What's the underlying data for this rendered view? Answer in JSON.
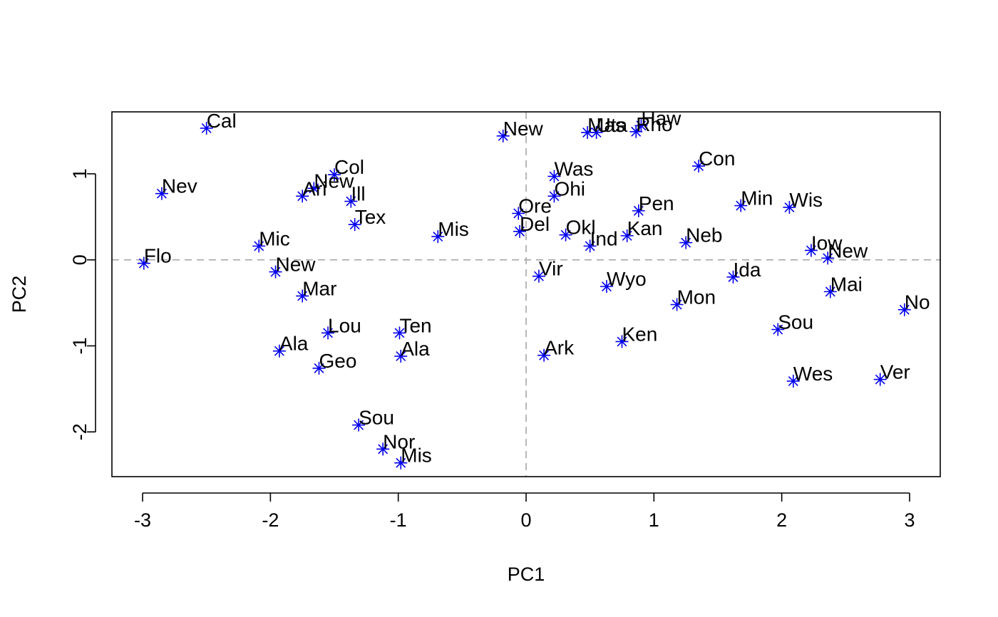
{
  "chart_data": {
    "type": "scatter",
    "xlabel": "PC1",
    "ylabel": "PC2",
    "xlim": [
      -3.24,
      3.24
    ],
    "ylim": [
      -2.52,
      1.72
    ],
    "xticks": [
      "-3",
      "-2",
      "-1",
      "0",
      "1",
      "2",
      "3"
    ],
    "yticks": [
      "-2",
      "-1",
      "0",
      "1"
    ],
    "reference_lines": {
      "x": 0,
      "y": 0,
      "style": "dashed",
      "color": "#a6a6a6"
    },
    "marker": "asterisk",
    "marker_color": "#0000ee",
    "points": [
      {
        "x": -2.5,
        "y": 1.53,
        "label": "Cal"
      },
      {
        "x": -2.85,
        "y": 0.77,
        "label": "Nev"
      },
      {
        "x": -2.99,
        "y": -0.04,
        "label": "Flo"
      },
      {
        "x": -2.09,
        "y": 0.16,
        "label": "Mic"
      },
      {
        "x": -1.96,
        "y": -0.14,
        "label": "New"
      },
      {
        "x": -1.75,
        "y": 0.74,
        "label": "Ari"
      },
      {
        "x": -1.66,
        "y": 0.83,
        "label": "New"
      },
      {
        "x": -1.5,
        "y": 0.99,
        "label": "Col"
      },
      {
        "x": -1.37,
        "y": 0.68,
        "label": "Ill"
      },
      {
        "x": -1.34,
        "y": 0.41,
        "label": "Tex"
      },
      {
        "x": -1.75,
        "y": -0.42,
        "label": "Mar"
      },
      {
        "x": -1.55,
        "y": -0.85,
        "label": "Lou"
      },
      {
        "x": -1.93,
        "y": -1.06,
        "label": "Ala"
      },
      {
        "x": -1.62,
        "y": -1.26,
        "label": "Geo"
      },
      {
        "x": -1.31,
        "y": -1.92,
        "label": "Sou"
      },
      {
        "x": -1.12,
        "y": -2.2,
        "label": "Nor"
      },
      {
        "x": -0.98,
        "y": -2.36,
        "label": "Mis"
      },
      {
        "x": -0.99,
        "y": -0.85,
        "label": "Ten"
      },
      {
        "x": -0.98,
        "y": -1.12,
        "label": "Ala"
      },
      {
        "x": -0.69,
        "y": 0.27,
        "label": "Mis"
      },
      {
        "x": -0.18,
        "y": 1.44,
        "label": "New"
      },
      {
        "x": -0.06,
        "y": 0.54,
        "label": "Ore"
      },
      {
        "x": -0.05,
        "y": 0.33,
        "label": "Del"
      },
      {
        "x": 0.22,
        "y": 0.97,
        "label": "Was"
      },
      {
        "x": 0.22,
        "y": 0.74,
        "label": "Ohi"
      },
      {
        "x": 0.31,
        "y": 0.29,
        "label": "Okl"
      },
      {
        "x": 0.5,
        "y": 0.16,
        "label": "Ind"
      },
      {
        "x": 0.1,
        "y": -0.19,
        "label": "Vir"
      },
      {
        "x": 0.14,
        "y": -1.11,
        "label": "Ark"
      },
      {
        "x": 0.48,
        "y": 1.48,
        "label": "Mas"
      },
      {
        "x": 0.55,
        "y": 1.48,
        "label": "Uta"
      },
      {
        "x": 0.86,
        "y": 1.49,
        "label": "Rho"
      },
      {
        "x": 0.9,
        "y": 1.56,
        "label": "Haw"
      },
      {
        "x": 0.88,
        "y": 0.57,
        "label": "Pen"
      },
      {
        "x": 0.79,
        "y": 0.28,
        "label": "Kan"
      },
      {
        "x": 0.63,
        "y": -0.31,
        "label": "Wyo"
      },
      {
        "x": 0.75,
        "y": -0.95,
        "label": "Ken"
      },
      {
        "x": 1.35,
        "y": 1.09,
        "label": "Con"
      },
      {
        "x": 1.25,
        "y": 0.2,
        "label": "Neb"
      },
      {
        "x": 1.18,
        "y": -0.52,
        "label": "Mon"
      },
      {
        "x": 1.62,
        "y": -0.2,
        "label": "Ida"
      },
      {
        "x": 1.68,
        "y": 0.63,
        "label": "Min"
      },
      {
        "x": 2.06,
        "y": 0.61,
        "label": "Wis"
      },
      {
        "x": 2.23,
        "y": 0.11,
        "label": "Iow"
      },
      {
        "x": 2.36,
        "y": 0.02,
        "label": "New"
      },
      {
        "x": 2.38,
        "y": -0.37,
        "label": "Mai"
      },
      {
        "x": 1.97,
        "y": -0.81,
        "label": "Sou"
      },
      {
        "x": 2.09,
        "y": -1.41,
        "label": "Wes"
      },
      {
        "x": 2.77,
        "y": -1.39,
        "label": "Ver"
      },
      {
        "x": 2.96,
        "y": -0.58,
        "label": "No"
      }
    ]
  }
}
